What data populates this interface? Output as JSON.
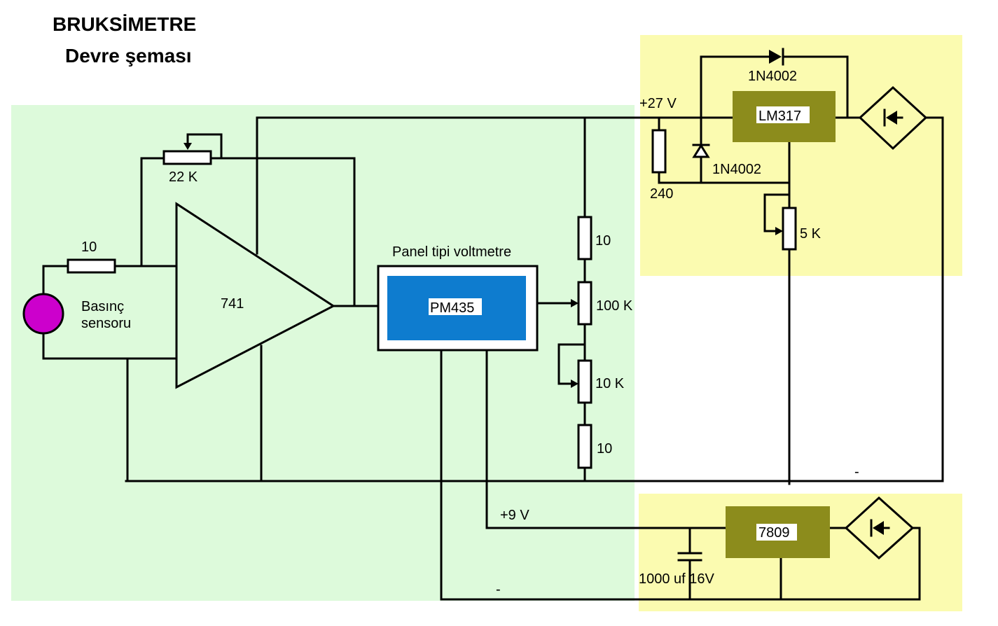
{
  "title": "BRUKSİMETRE",
  "subtitle": "Devre şeması",
  "colors": {
    "sensor_panel": "#ddfadb",
    "power_panel": "#fbfbb0",
    "ic_body": "#8c8c1c",
    "meter_display": "#0e7ccf",
    "sensor": "#cc00cc"
  },
  "sensor": {
    "label_line1": "Basınç",
    "label_line2": "sensoru"
  },
  "input_resistor": "10",
  "feedback_pot": "22 K",
  "opamp": "741",
  "meter": {
    "caption": "Panel tipi voltmetre",
    "model": "PM435"
  },
  "divider": {
    "r_top": "10",
    "pot_main": "100 K",
    "pot_trim": "10 K",
    "r_bottom": "10"
  },
  "supply_27v": {
    "voltage": "+27 V",
    "regulator": "LM317",
    "diode_top": "1N4002",
    "diode_side": "1N4002",
    "resistor": "240",
    "pot": "5 K",
    "minus": "-"
  },
  "supply_9v": {
    "voltage": "+9 V",
    "regulator": "7809",
    "capacitor": "1000 uf 16V",
    "minus": "-"
  }
}
